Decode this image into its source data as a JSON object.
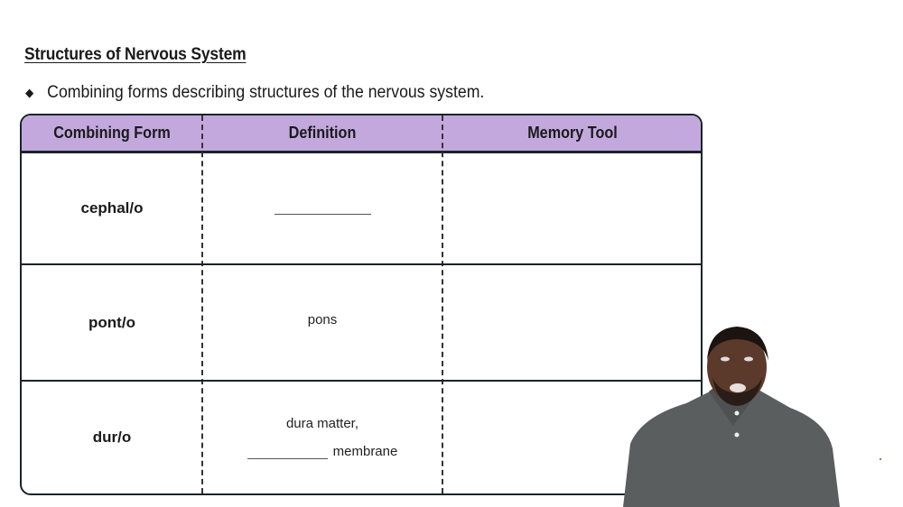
{
  "slide": {
    "title": "Structures of Nervous System",
    "bullet": "Combining forms describing structures of the nervous system."
  },
  "table": {
    "headers": [
      "Combining Form",
      "Definition",
      "Memory Tool"
    ],
    "header_color": "#c3a8de",
    "rows": [
      {
        "combining_form": "cephal/o",
        "definition_line1": "",
        "definition_blank": true,
        "definition_line2": "",
        "memory_tool": ""
      },
      {
        "combining_form": "pont/o",
        "definition_line1": "pons",
        "memory_tool": ""
      },
      {
        "combining_form": "dur/o",
        "definition_line1": "dura matter,",
        "definition_line2": "membrane",
        "memory_tool": ""
      }
    ]
  },
  "presenter": {
    "description": "instructor video overlay"
  }
}
